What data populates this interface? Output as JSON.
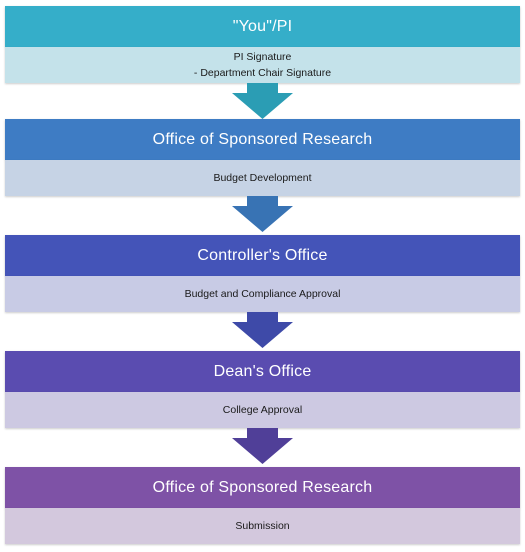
{
  "steps": [
    {
      "title": "\"You\"/PI",
      "details": [
        "PI Signature",
        "- Department Chair Signature"
      ],
      "header_color": "#35aec9",
      "body_color": "#c4e2ea",
      "arrow_color": "#2b9db4"
    },
    {
      "title": "Office of Sponsored Research",
      "details": [
        "Budget Development"
      ],
      "header_color": "#3e7cc4",
      "body_color": "#c6d3e5",
      "arrow_color": "#3873b4"
    },
    {
      "title": "Controller's Office",
      "details": [
        "Budget and Compliance Approval"
      ],
      "header_color": "#4454b8",
      "body_color": "#c8cbe5",
      "arrow_color": "#3e4aa8"
    },
    {
      "title": "Dean's Office",
      "details": [
        "College Approval"
      ],
      "header_color": "#5a4cb0",
      "body_color": "#cdc9e2",
      "arrow_color": "#503f98"
    },
    {
      "title": "Office of Sponsored Research",
      "details": [
        "Submission"
      ],
      "header_color": "#7e52a6",
      "body_color": "#d3c8dd"
    }
  ]
}
